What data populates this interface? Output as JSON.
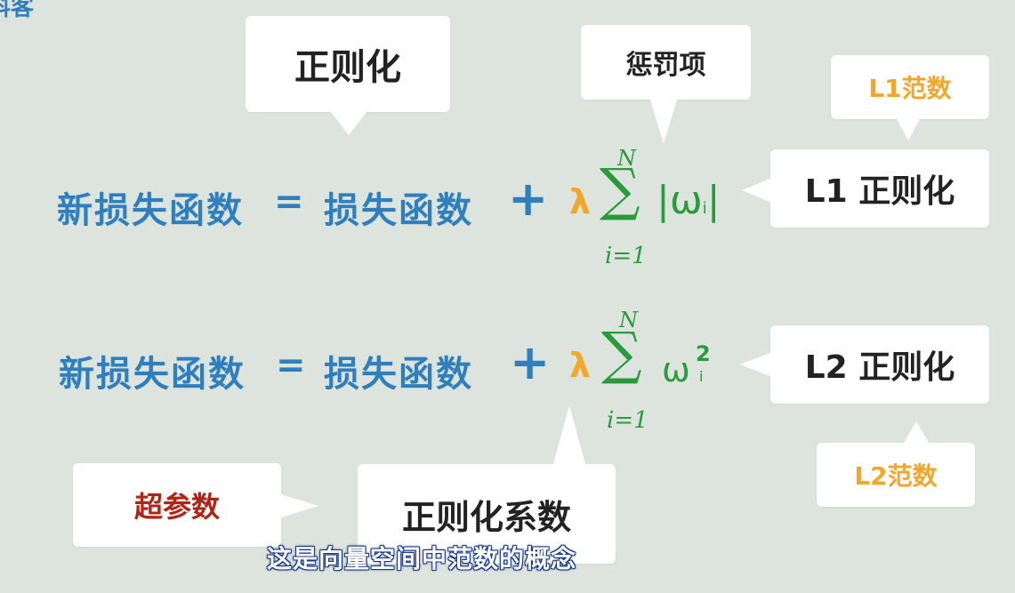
{
  "corner_text": "科客",
  "bubbles": {
    "regularization": "正则化",
    "penalty_term": "惩罚项",
    "l1_norm": "L1范数",
    "l1_regularization": "L1 正则化",
    "l2_regularization": "L2 正则化",
    "l2_norm": "L2范数",
    "hyperparameter": "超参数",
    "regularization_coefficient": "正则化系数"
  },
  "formula1": {
    "lhs": "新损失函数",
    "equals": "=",
    "loss": "损失函数",
    "plus": "+",
    "lambda": "λ",
    "sigma": "∑",
    "upper": "N",
    "lower": "i=1",
    "term": "|ω",
    "term_sub": "i",
    "term_end": "|"
  },
  "formula2": {
    "lhs": "新损失函数",
    "equals": "=",
    "loss": "损失函数",
    "plus": "+",
    "lambda": "λ",
    "sigma": "∑",
    "upper": "N",
    "lower": "i=1",
    "term": "ω",
    "term_sup": "2",
    "term_sub": "i"
  },
  "subtitle": "这是向量空间中范数的概念",
  "colors": {
    "background": "#dde3dd",
    "blue": "#2f7fbe",
    "orange": "#f0a72a",
    "green": "#2b9a3d",
    "red": "#b02418"
  }
}
